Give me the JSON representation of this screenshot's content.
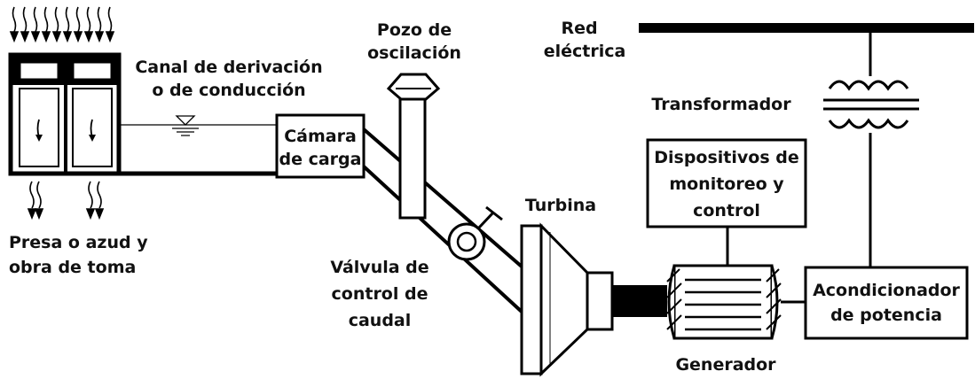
{
  "labels": {
    "canal_1": "Canal de derivación",
    "canal_2": "o de conducción",
    "pozo_1": "Pozo de",
    "pozo_2": "oscilación",
    "red_1": "Red",
    "red_2": "eléctrica",
    "transformador": "Transformador",
    "camara_1": "Cámara",
    "camara_2": "de carga",
    "dispositivos_1": "Dispositivos de",
    "dispositivos_2": "monitoreo y",
    "dispositivos_3": "control",
    "turbina": "Turbina",
    "presa_1": "Presa o azud y",
    "presa_2": "obra de toma",
    "valvula_1": "Válvula de",
    "valvula_2": "control de",
    "valvula_3": "caudal",
    "acondicionador_1": "Acondicionador",
    "acondicionador_2": "de potencia",
    "generador": "Generador"
  },
  "colors": {
    "ink": "#000000",
    "background": "#ffffff"
  }
}
